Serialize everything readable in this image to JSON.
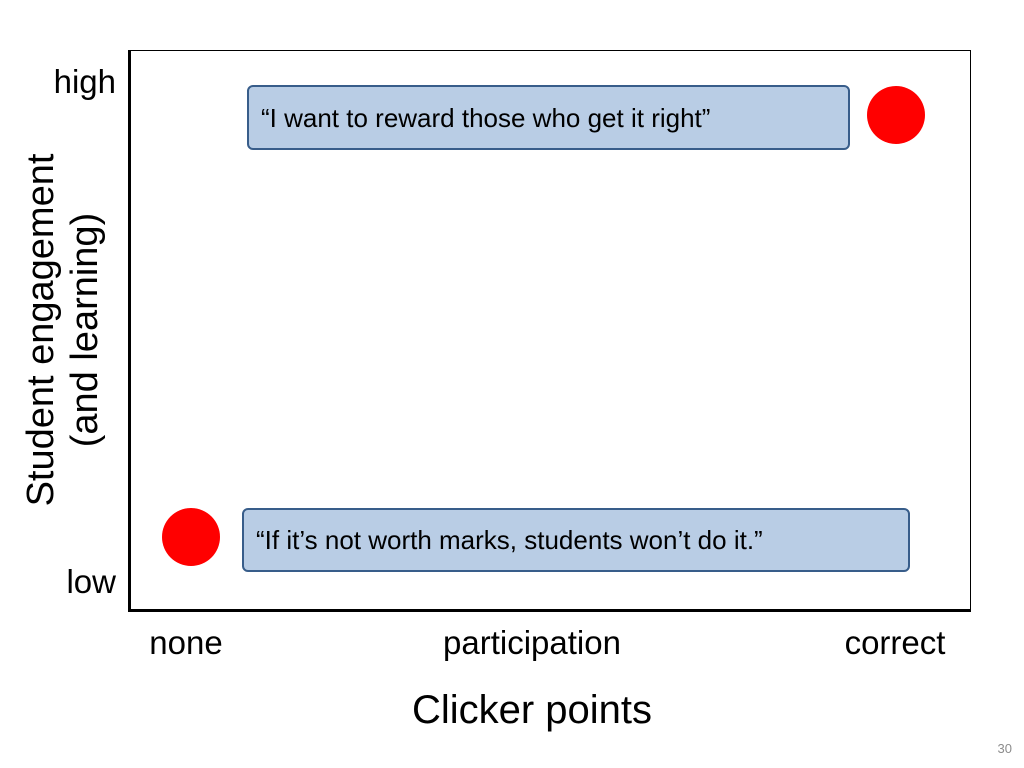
{
  "chart_data": {
    "type": "scatter",
    "xlabel": "Clicker points",
    "ylabel": [
      "Student engagement",
      "(and learning)"
    ],
    "x_categories": [
      "none",
      "participation",
      "correct"
    ],
    "y_categories": [
      "low",
      "high"
    ],
    "points": [
      {
        "x": "correct",
        "y": "high",
        "color": "#ff0000",
        "annotation": "“I want to reward those who get it right”"
      },
      {
        "x": "none",
        "y": "low",
        "color": "#ff0000",
        "annotation": "“If it’s not worth marks, students won’t do it.”"
      }
    ],
    "grid": false,
    "legend": "none"
  },
  "colors": {
    "point": "#ff0000",
    "callout_fill": "#b9cde5",
    "callout_border": "#385d8a"
  },
  "page_number": "30"
}
